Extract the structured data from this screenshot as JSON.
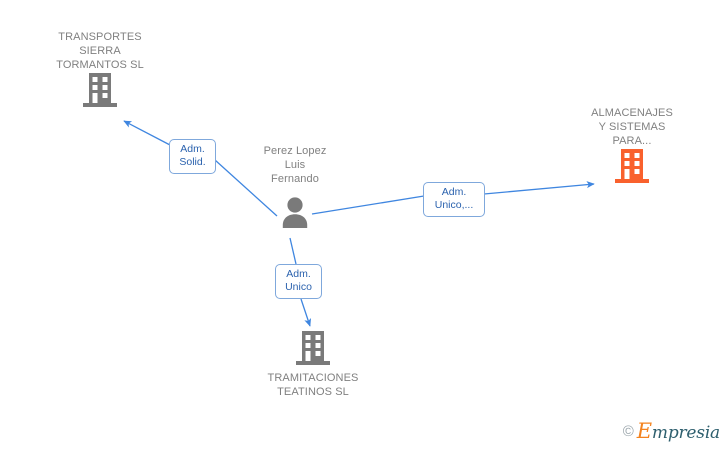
{
  "diagram": {
    "type": "corporate-relationship-graph",
    "background_color": "#ffffff",
    "edge_color": "#3f86e0",
    "company_color_default": "#7a7a7a",
    "company_color_highlight": "#f9612d",
    "person_color": "#7a7a7a",
    "label_text_color": "#808080",
    "chip_text_color": "#2B62AE",
    "chip_border_color": "#7FA8DC",
    "nodes": [
      {
        "id": "transportes",
        "kind": "company",
        "label": "TRANSPORTES\nSIERRA\nTORMANTOS SL",
        "label_position": "above",
        "icon": "building-icon",
        "color": "#7a7a7a"
      },
      {
        "id": "almacenajes",
        "kind": "company",
        "label": "ALMACENAJES\nY SISTEMAS\nPARA...",
        "label_position": "above",
        "icon": "building-icon",
        "color": "#f9612d"
      },
      {
        "id": "persona",
        "kind": "person",
        "label": "Perez Lopez\nLuis\nFernando",
        "label_position": "above",
        "icon": "person-icon",
        "color": "#7a7a7a"
      },
      {
        "id": "tramitaciones",
        "kind": "company",
        "label": "TRAMITACIONES\nTEATINOS SL",
        "label_position": "below",
        "icon": "building-icon",
        "color": "#7a7a7a"
      }
    ],
    "edges": [
      {
        "id": "edge-solid",
        "from": "persona",
        "to": "transportes",
        "chip_label": "Adm.\nSolid.",
        "direction": "to-company"
      },
      {
        "id": "edge-unico-multi",
        "from": "persona",
        "to": "almacenajes",
        "chip_label": "Adm.\nUnico,...",
        "direction": "to-company"
      },
      {
        "id": "edge-unico",
        "from": "persona",
        "to": "tramitaciones",
        "chip_label": "Adm.\nUnico",
        "direction": "to-company"
      }
    ]
  },
  "watermark": {
    "copyright": "©",
    "brand_first": "E",
    "brand_rest": "mpresia"
  }
}
